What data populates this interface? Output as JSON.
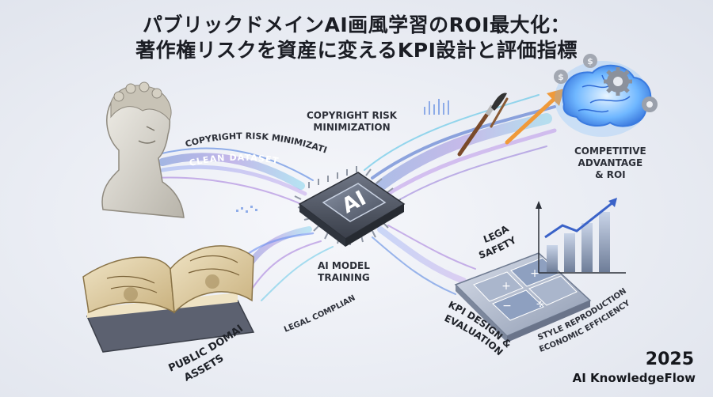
{
  "title": {
    "line1": "パブリックドメインAI画風学習のROI最大化：",
    "line2": "著作権リスクを資産に変えるKPI設計と評価指標"
  },
  "labels": {
    "copyright_risk_minimization_curve": "COPYRIGHT RISK MINIMIZATION",
    "clean_dataset": "CLEAN DATASET",
    "copyright_risk_line1": "COPYRIGHT RISK",
    "copyright_risk_line2": "MINIMIZATION",
    "competitive_line1": "COMPETITIVE",
    "competitive_line2": "ADVANTAGE",
    "competitive_line3": "& ROI",
    "chip_text": "AI",
    "ai_model_line1": "AI MODEL",
    "ai_model_line2": "TRAINING",
    "legal_safety_line1": "LEGAL",
    "legal_safety_line2": "SAFETY",
    "legal_compliance": "LEGAL COMPLIANCE",
    "public_domain_line1": "PUBLIC DOMAIN",
    "public_domain_line2": "ASSETS",
    "kpi_line1": "KPI DESIGN &",
    "kpi_line2": "EVALUATION",
    "style_line1": "STYLE REPRODUCTION",
    "style_line2": "ECONOMIC EFFICIENCY"
  },
  "calculator_symbols": [
    "+",
    "−",
    "+",
    "÷"
  ],
  "footer": {
    "year": "2025",
    "brand": "AI KnowledgeFlow"
  },
  "colors": {
    "flow_blue": "#4f7fe0",
    "flow_purple": "#9a6ad8",
    "flow_cyan": "#55c3e6",
    "accent_orange": "#f09a3a",
    "brain_blue": "#6fb7ff",
    "text_dark": "#1b1d24"
  }
}
